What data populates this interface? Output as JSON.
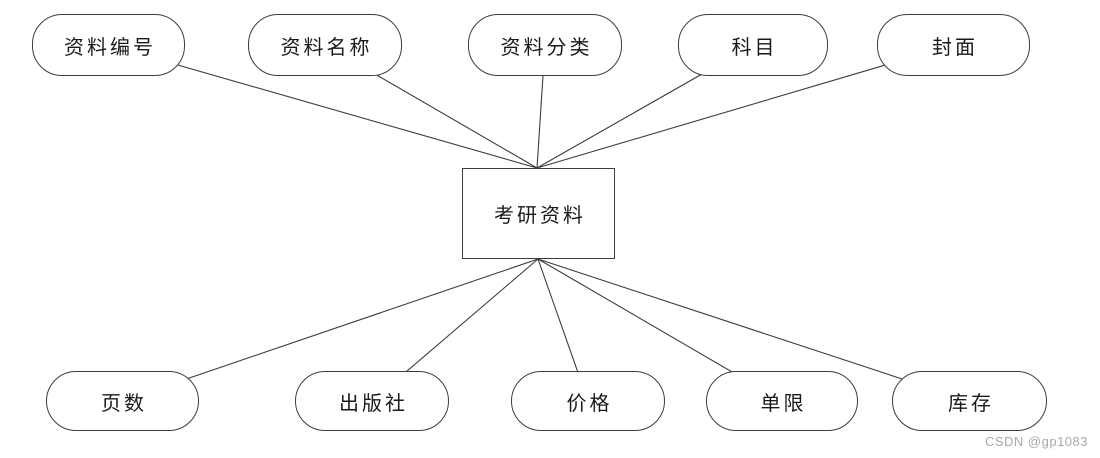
{
  "diagram": {
    "entity": {
      "label": "考研资料"
    },
    "top_attributes": [
      {
        "label": "资料编号"
      },
      {
        "label": "资料名称"
      },
      {
        "label": "资料分类"
      },
      {
        "label": "科目"
      },
      {
        "label": "封面"
      }
    ],
    "bottom_attributes": [
      {
        "label": "页数"
      },
      {
        "label": "出版社"
      },
      {
        "label": "价格"
      },
      {
        "label": "单限"
      },
      {
        "label": "库存"
      }
    ],
    "colors": {
      "shape_stroke": "#3d3d3d",
      "connector_stroke": "#3d3d3d",
      "shape_fill": "#ffffff",
      "text": "#1a1a1a",
      "watermark": "#a8a8a8"
    }
  },
  "watermark": {
    "text": "CSDN @gp1083"
  }
}
